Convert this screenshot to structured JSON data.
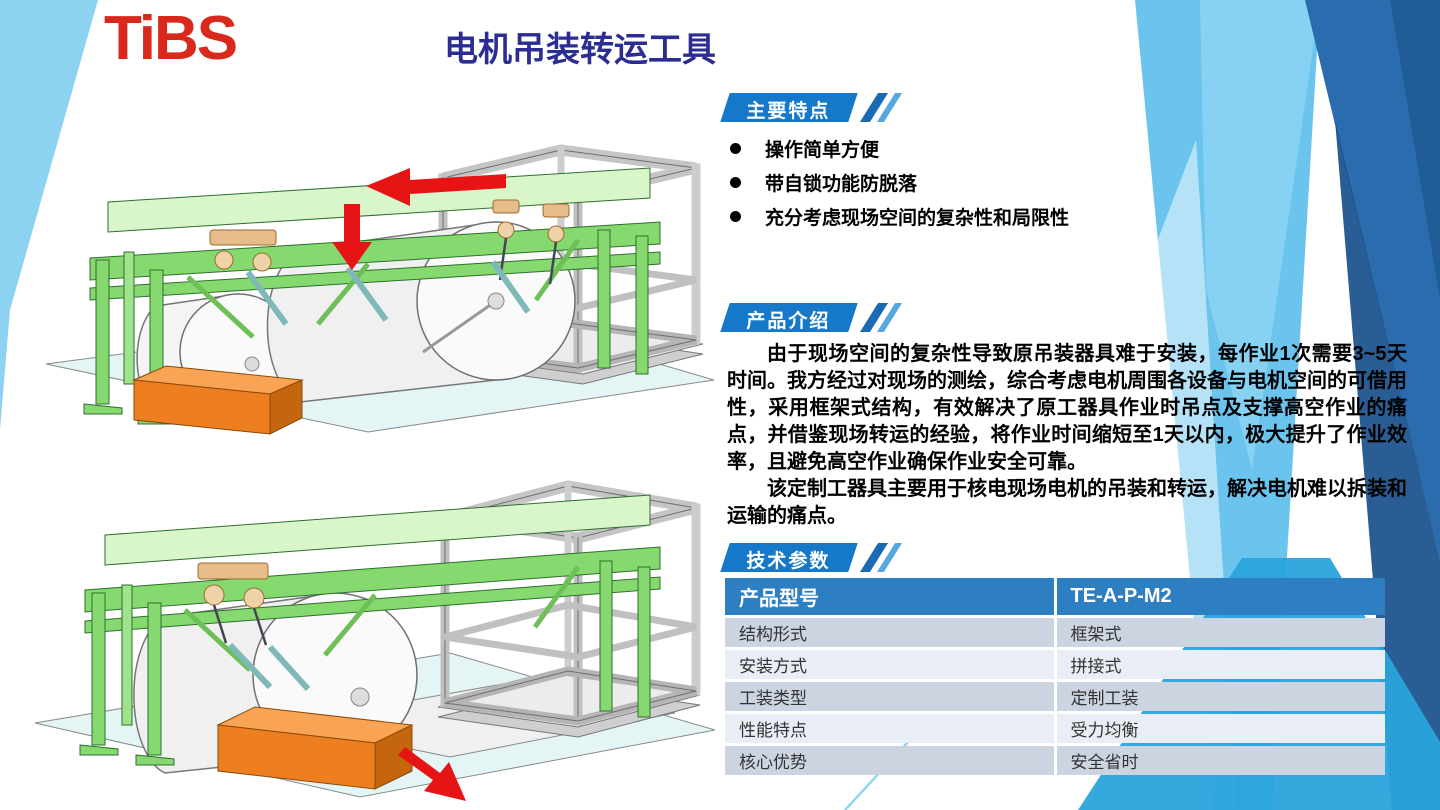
{
  "slide": {
    "logo_text": "TiBS",
    "title": "电机吊装转运工具"
  },
  "features": {
    "header": "主要特点",
    "bullets": [
      "操作简单方便",
      "带自锁功能防脱落",
      "充分考虑现场空间的复杂性和局限性"
    ]
  },
  "intro": {
    "header": "产品介绍",
    "paragraphs": [
      "由于现场空间的复杂性导致原吊装器具难于安装，每作业1次需要3~5天时间。我方经过对现场的测绘，综合考虑电机周围各设备与电机空间的可借用性，采用框架式结构，有效解决了原工器具作业时吊点及支撑高空作业的痛点，并借鉴现场转运的经验，将作业时间缩短至1天以内，极大提升了作业效率，且避免高空作业确保作业安全可靠。",
      "该定制工器具主要用于核电现场电机的吊装和转运，解决电机难以拆装和运输的痛点。"
    ]
  },
  "specs": {
    "header": "技术参数",
    "table": {
      "header_row": [
        "产品型号",
        "TE-A-P-M2"
      ],
      "rows": [
        [
          "结构形式",
          "框架式"
        ],
        [
          "安装方式",
          "拼接式"
        ],
        [
          "工装类型",
          "定制工装"
        ],
        [
          "性能特点",
          "受力均衡"
        ],
        [
          "核心优势",
          "安全省时"
        ]
      ]
    }
  },
  "colors": {
    "logo_red": "#d9291c",
    "title_navy": "#2b2d93",
    "section_header_blue": "#1578c8",
    "slash_dark": "#1a6ab4",
    "slash_light": "#55a8e0",
    "table_header_blue": "#2e7fc1",
    "table_row_odd": "#ccd4e2",
    "table_row_even": "#e9edf5",
    "deco_light_blue": "#62c1ec",
    "deco_dark_blue": "#2a6cad",
    "arrow_red": "#e61414",
    "gantry_green": "#86d96e",
    "beam_light_green": "#d9f6cb",
    "orange_block": "#ee7f21",
    "floor_cyan": "#e3f5f4"
  }
}
